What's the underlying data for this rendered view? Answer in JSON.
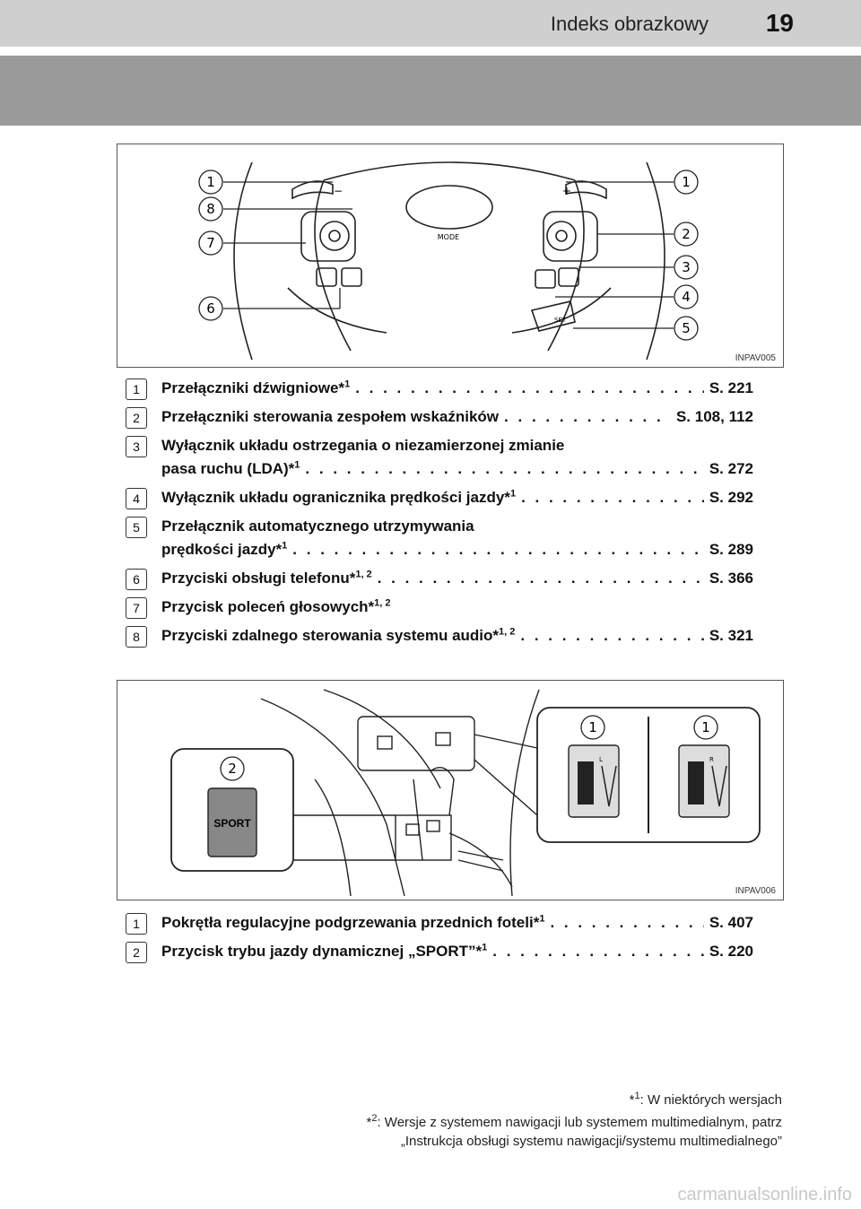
{
  "header": {
    "section_title": "Indeks obrazkowy",
    "page_number": "19"
  },
  "figure1": {
    "code": "INPAV005",
    "callouts": [
      "1",
      "8",
      "7",
      "6",
      "1",
      "2",
      "3",
      "4",
      "5"
    ],
    "labels": {
      "minus": "−",
      "plus": "+",
      "mode": "MODE",
      "set": "SET"
    }
  },
  "items1": [
    {
      "num": "1",
      "text": "Przełączniki dźwigniowe*",
      "sup": "1",
      "page": "S. 221"
    },
    {
      "num": "2",
      "text": "Przełączniki sterowania zespołem wskaźników",
      "sup": "",
      "page": "S. 108, 112"
    },
    {
      "num": "3",
      "text": "Wyłącznik układu ostrzegania o niezamierzonej zmianie",
      "text2": "pasa ruchu (LDA)*",
      "sup": "1",
      "page": "S. 272"
    },
    {
      "num": "4",
      "text": "Wyłącznik układu ogranicznika prędkości jazdy*",
      "sup": "1",
      "page": "S. 292"
    },
    {
      "num": "5",
      "text": "Przełącznik automatycznego utrzymywania",
      "text2": "prędkości jazdy*",
      "sup": "1",
      "page": "S. 289"
    },
    {
      "num": "6",
      "text": "Przyciski obsługi telefonu*",
      "sup": "1, 2",
      "page": "S. 366"
    },
    {
      "num": "7",
      "text": "Przycisk poleceń głosowych*",
      "sup": "1, 2",
      "page": ""
    },
    {
      "num": "8",
      "text": "Przyciski zdalnego sterowania systemu audio*",
      "sup": "1, 2",
      "page": "S. 321"
    }
  ],
  "figure2": {
    "code": "INPAV006",
    "callouts": [
      "2",
      "1",
      "1"
    ],
    "sport_label": "SPORT",
    "left_knob": "L",
    "right_knob": "R"
  },
  "items2": [
    {
      "num": "1",
      "text": "Pokrętła regulacyjne podgrzewania przednich foteli*",
      "sup": "1",
      "page": "S. 407"
    },
    {
      "num": "2",
      "text": "Przycisk trybu jazdy dynamicznej „SPORT”*",
      "sup": "1",
      "page": "S. 220"
    }
  ],
  "footnotes": [
    {
      "mark": "*",
      "sup": "1",
      "text": ": W niektórych wersjach"
    },
    {
      "mark": "*",
      "sup": "2",
      "text": ": Wersje z systemem nawigacji lub systemem multimedialnym, patrz",
      "text2": "„Instrukcja obsługi systemu nawigacji/systemu multimedialnego”"
    }
  ],
  "watermark": "carmanualsonline.info"
}
